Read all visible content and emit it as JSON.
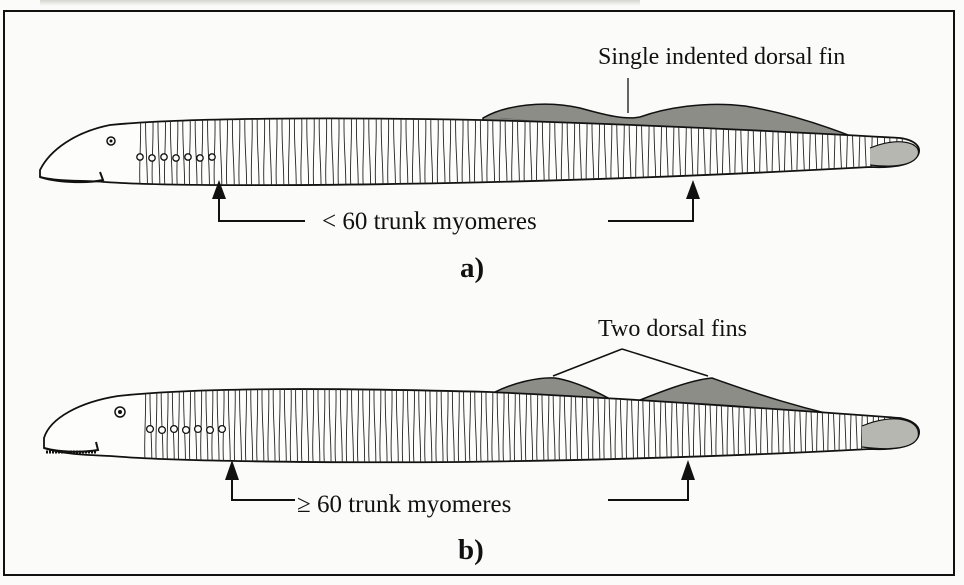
{
  "panels": [
    {
      "id": "a",
      "panel_label": "a)",
      "fin_label": "Single indented dorsal fin",
      "myomere_label": "< 60 trunk myomeres"
    },
    {
      "id": "b",
      "panel_label": "b)",
      "fin_label": "Two dorsal fins",
      "myomere_label": "≥ 60 trunk myomeres"
    }
  ],
  "colors": {
    "ink": "#111111",
    "fin_fill": "#8d8d88",
    "body_fill": "#fdfdfb",
    "background": "#fbfbf9"
  }
}
